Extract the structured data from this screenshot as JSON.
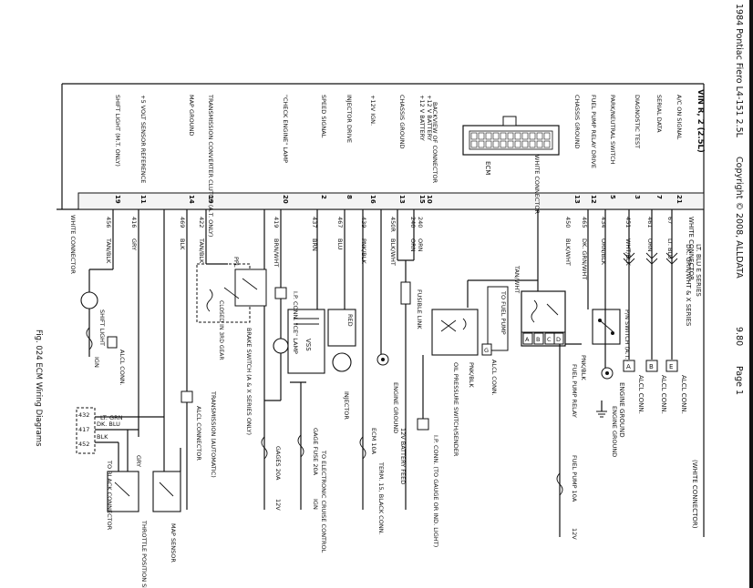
{
  "page": {
    "header": "1984 Pontiac Fiero L4-151 2.5L",
    "copyright": "Copyright © 2008, ALLDATA",
    "version": "9.80",
    "page_label": "Page 1",
    "figure_caption": "Fig. 024 ECM Wiring Diagrams"
  },
  "ecm": {
    "vin_label": "VIN R, 2 (2.5L)",
    "white_connector_top": "WHITE CONNECTOR",
    "white_connector_bottom": "WHITE CONNECTOR",
    "white_connector_right": "(WHITE CONNECTOR)",
    "ecm_name": "ECM",
    "backview_label": "BACKVIEW OF CONNECTOR",
    "white_connector_plug": "WHITE CONNECTOR"
  },
  "pins": [
    {
      "name": "A/C ON SIGNAL",
      "pin": "21",
      "circuit": "67",
      "wire": "LT. BLU"
    },
    {
      "name": "SERIAL DATA",
      "pin": "7",
      "circuit": "461",
      "wire": "ORN"
    },
    {
      "name": "DIAGNOSTIC TEST",
      "pin": "3",
      "circuit": "451",
      "wire": "WHT/BLK"
    },
    {
      "name": "PARK/NEUTRAL SWITCH",
      "pin": "5",
      "circuit": "434",
      "wire": "ORN/BLK"
    },
    {
      "name": "FUEL PUMP RELAY DRIVE",
      "pin": "12",
      "circuit": "465",
      "wire": "DK. GRN/WHT"
    },
    {
      "name": "CHASSIS GROUND",
      "pin": "13",
      "circuit": "450",
      "wire": "BLK/WHT"
    },
    {
      "name": "+12 V BATTERY",
      "pin": "10",
      "circuit": "240",
      "wire": "ORN"
    },
    {
      "name": "+12 V BATTERY",
      "pin": "15",
      "circuit": "240",
      "wire": "ORN"
    },
    {
      "name": "CHASSIS GROUND",
      "pin": "13",
      "circuit": "450R",
      "wire": "BLK/WHT"
    },
    {
      "name": "+12V IGN.",
      "pin": "16",
      "circuit": "439",
      "wire": "PNK/BLK"
    },
    {
      "name": "INJECTOR DRIVE",
      "pin": "8",
      "circuit": "467",
      "wire": "BLU"
    },
    {
      "name": "SPEED SIGNAL",
      "pin": "2",
      "circuit": "437",
      "wire": "BRN"
    },
    {
      "name": "\"CHECK ENGINE\" LAMP",
      "pin": "20",
      "circuit": "419",
      "wire": "BRN/WHT"
    },
    {
      "name": "TRANSMISSION CONVERTER CLUTCH (A.T. ONLY)",
      "pin": "19",
      "circuit": "422",
      "wire": "TAN/BLK"
    },
    {
      "name": "MAP GROUND",
      "pin": "14",
      "circuit": "469",
      "wire": "BLK"
    },
    {
      "name": "+5 VOLT SENSOR REFERENCE",
      "pin": "11",
      "circuit": "416",
      "wire": "GRY"
    },
    {
      "name": "SHIFT LIGHT (M.T. ONLY)",
      "pin": "19",
      "circuit": "456",
      "wire": "TAN/BLK"
    }
  ],
  "labels": {
    "dk_grn_series": "DK. GRN/WHT & X SERIES",
    "lt_blu_series": "LT. BLU E SERIES",
    "alcl_conn": "ALCL CONN.",
    "engine_ground": "ENGINE GROUND",
    "fuel_pump_relay": "FUEL PUMP RELAY",
    "pn_switch": "P/N SWITCH (A.T.)",
    "tan_wht": "TAN/WHT",
    "to_fuel_pump": "TO FUEL PUMP",
    "oil_pressure": "OIL PRESSURE SWITCH/SENDER",
    "pnk_blk": "PNK/BLK",
    "fuse_fuel_pump": "FUEL PUMP 10A",
    "v12": "12V",
    "fusible_link": "FUSIBLE LINK",
    "ip_conn": "I.P. CONN. (TO GAUGE OR IND. LIGHT)",
    "battery_feed": "12V BATTERY FEED",
    "term15": "TERM. 15, BLACK CONN.",
    "ecm_fuse": "ECM 10A",
    "red": "RED",
    "injector": "INJECTOR",
    "to_cruise": "TO ELECTRONIC CRUISE CONTROL",
    "vss": "VSS",
    "gage_fuse": "GAGE FUSE 20A",
    "gages_fuse": "GAGES 20A",
    "ign": "IGN",
    "ip_conn_ce": "I.P. CONN. \"CE\" LAMP",
    "brake_switch": "BRAKE SWITCH (A & X SERIES ONLY)",
    "trans_auto": "TRANSMISSION (AUTOMATIC)",
    "ppl": "PPL",
    "closed_3rd": "CLOSED IN 3RD GEAR",
    "alcl_connector": "ALCL CONNECTOR",
    "map_sensor": "MAP SENSOR",
    "tps": "THROTTLE POSITION SENSOR",
    "to_black_conn": "TO BLACK CONNECTOR",
    "shift_light": "SHIFT LIGHT",
    "alcl_conn_short": "ALCL CONN.",
    "wire_lt_grn": "LT. GRN",
    "wire_dk_blu": "DK. BLU",
    "wire_blk": "BLK",
    "wire_gry": "GRY",
    "wire_orn": "ORN",
    "wire_blk_wht": "BLK/WHT",
    "wire_dk_grn": "DK. GRN/WHT",
    "wire_pnk_blk": "PNK/BLK",
    "wire_tan": "TAN"
  }
}
